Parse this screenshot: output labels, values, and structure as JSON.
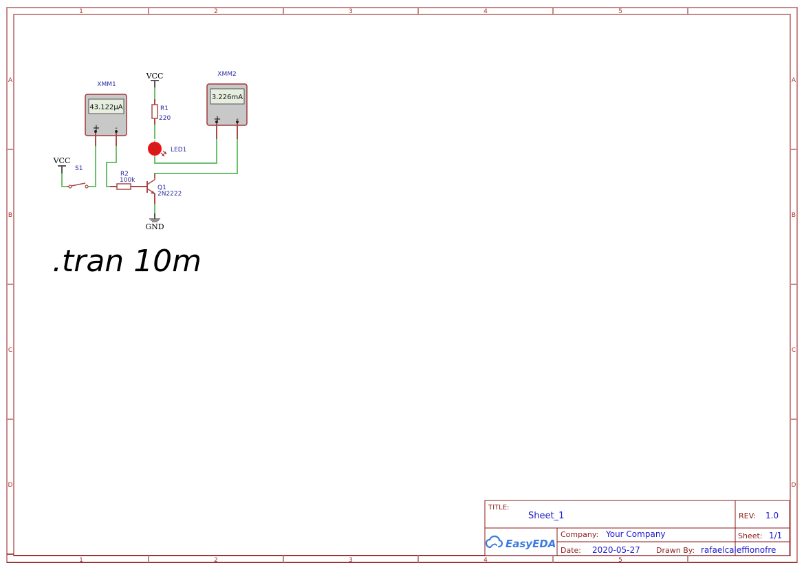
{
  "frame": {
    "columns": [
      "1",
      "2",
      "3",
      "4",
      "5"
    ],
    "rows": [
      "A",
      "B",
      "C",
      "D"
    ],
    "border_color": "#c98888",
    "dark_color": "#8b1a1a"
  },
  "components": {
    "xmm1": {
      "ref": "XMM1",
      "reading": "43.122µA",
      "plus": "+",
      "minus": "-"
    },
    "xmm2": {
      "ref": "XMM2",
      "reading": "3.226mA",
      "plus": "+",
      "minus": "-"
    },
    "vcc_top": {
      "label": "VCC"
    },
    "vcc_left": {
      "label": "VCC"
    },
    "r1": {
      "ref": "R1",
      "value": "220"
    },
    "r2": {
      "ref": "R2",
      "value": "100k"
    },
    "led1": {
      "ref": "LED1",
      "color": "#ee1111"
    },
    "s1": {
      "ref": "S1"
    },
    "q1": {
      "ref": "Q1",
      "value": "2N2222"
    },
    "gnd": {
      "label": "GND"
    }
  },
  "directive": {
    "text": ".tran 10m"
  },
  "title_block": {
    "title_key": "TITLE:",
    "title_value": "Sheet_1",
    "rev_key": "REV:",
    "rev_value": "1.0",
    "company_key": "Company:",
    "company_value": "Your Company",
    "sheet_key": "Sheet:",
    "sheet_value": "1/1",
    "date_key": "Date:",
    "date_value": "2020-05-27",
    "drawn_key": "Drawn By:",
    "drawn_value": "rafaelcaleffionofre",
    "logo_text": "EasyEDA"
  },
  "colors": {
    "wire": "#6dbf6d",
    "component": "#a84848",
    "label": "#2a2aa0",
    "title_value": "#1a1ad0",
    "logo": "#3b7be0"
  }
}
